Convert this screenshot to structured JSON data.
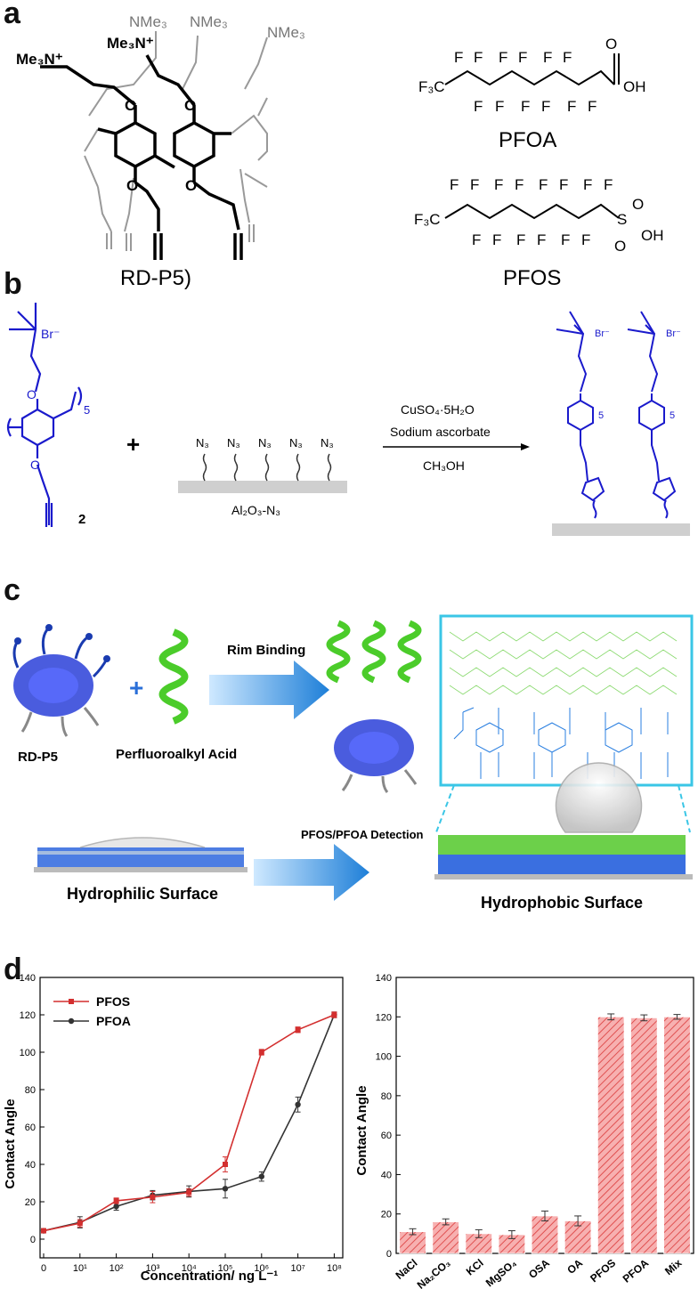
{
  "panels": {
    "a": "a",
    "b": "b",
    "c": "c",
    "d": "d"
  },
  "panel_a": {
    "rdp5_label": "RD-P5)",
    "pfoa_label": "PFOA",
    "pfos_label": "PFOS",
    "nme3": "NMe",
    "me3n": "Me",
    "f": "F",
    "f3c": "F₃C",
    "oh": "OH",
    "o": "O",
    "s": "S"
  },
  "panel_b": {
    "br": "Br⁻",
    "n3": "N₃",
    "plus": "+",
    "subscript_5": "5",
    "subscript_2": "2",
    "support_label": "Al₂O₃-N₃",
    "reagent_1": "CuSO₄·5H₂O",
    "reagent_2": "Sodium ascorbate",
    "solvent": "CH₃OH"
  },
  "panel_c": {
    "rdp5": "RD-P5",
    "plus": "+",
    "pfaa": "Perfluoroalkyl Acid",
    "rim_binding": "Rim Binding",
    "detection": "PFOS/PFOA Detection",
    "hydrophilic": "Hydrophilic Surface",
    "hydrophobic": "Hydrophobic Surface"
  },
  "chart_data": [
    {
      "type": "line",
      "xlabel": "Concentration/ ng L⁻¹",
      "ylabel": "Contact Angle",
      "ylim": [
        -10,
        140
      ],
      "yticks": [
        0,
        20,
        40,
        60,
        80,
        100,
        120,
        140
      ],
      "xticks": [
        "0",
        "10¹",
        "10²",
        "10³",
        "10⁴",
        "10⁵",
        "10⁶",
        "10⁷",
        "10⁸"
      ],
      "legend_position": "top-left",
      "series": [
        {
          "name": "PFOS",
          "color": "#d32f2f",
          "marker": "square",
          "values": [
            4.5,
            8.5,
            20.5,
            22.5,
            25,
            40,
            100,
            112,
            120
          ],
          "errors": [
            1,
            2,
            1.5,
            3,
            2,
            4,
            1.5,
            1.5,
            1.5
          ]
        },
        {
          "name": "PFOA",
          "color": "#333333",
          "marker": "circle",
          "values": [
            4.5,
            9,
            17.5,
            23.5,
            25.5,
            27,
            33.5,
            72,
            120
          ],
          "errors": [
            1,
            3,
            2,
            2.5,
            3,
            5,
            2.5,
            4,
            1.5
          ]
        }
      ]
    },
    {
      "type": "bar",
      "ylabel": "Contact Angle",
      "ylim": [
        0,
        140
      ],
      "yticks": [
        0,
        20,
        40,
        60,
        80,
        100,
        120,
        140
      ],
      "categories": [
        "NaCl",
        "Na₂CO₃",
        "KCl",
        "MgSO₄",
        "OSA",
        "OA",
        "PFOS",
        "PFOA",
        "Mix"
      ],
      "values": [
        11,
        16,
        10,
        9.5,
        19,
        16.5,
        120,
        119.5,
        120
      ],
      "errors": [
        1.5,
        1.5,
        2,
        2,
        2.5,
        2.5,
        1.5,
        1.5,
        1.2
      ],
      "bar_color": "#f08a8a",
      "hatch_color": "#e05050"
    }
  ]
}
